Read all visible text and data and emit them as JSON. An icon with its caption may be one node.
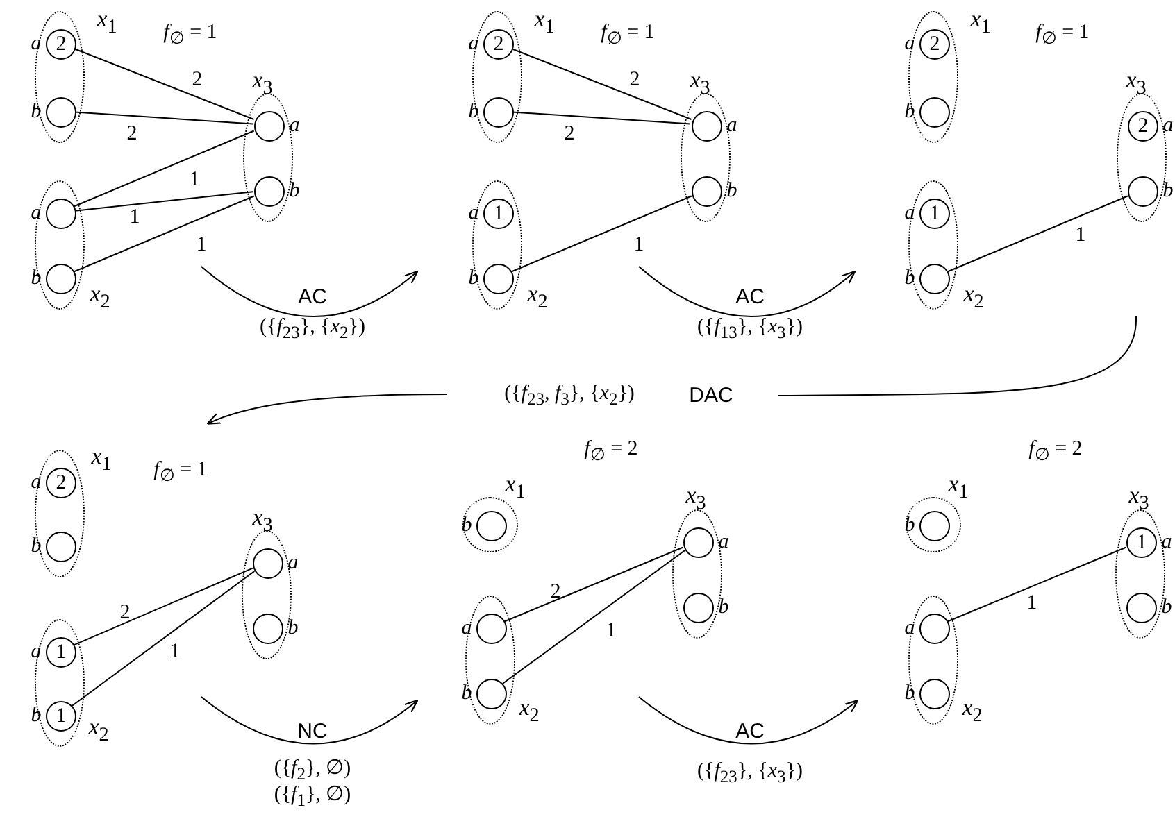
{
  "diagram": {
    "nodes": [
      {
        "text": [
          "*x*$_{1}$"
        ]
      },
      {
        "text": [
          "2"
        ],
        "in": 0,
        "beside": [
          "a"
        ]
      },
      {
        "text": [],
        "shape": "circle",
        "in": 0,
        "beside": [
          "b"
        ]
      },
      {
        "text": [
          "*x*$_{3}$"
        ]
      },
      {
        "text": [],
        "shape": "circle",
        "in": 3,
        "beside": [
          "a"
        ]
      },
      {
        "text": [],
        "shape": "circle",
        "in": 3,
        "beside": [
          "b"
        ]
      },
      {
        "text": [
          "*x*$_{2}$"
        ]
      },
      {
        "text": [],
        "shape": "circle",
        "in": 6,
        "beside": [
          "a"
        ]
      },
      {
        "text": [],
        "shape": "circle",
        "in": 6,
        "beside": [
          "b"
        ]
      },
      {
        "text": [
          "*x*$_{1}$"
        ]
      },
      {
        "text": [
          "2"
        ],
        "in": 9,
        "beside": [
          "a"
        ]
      },
      {
        "text": [],
        "shape": "circle",
        "in": 9,
        "beside": [
          "b"
        ]
      },
      {
        "text": [
          "*x*$_{3}$"
        ]
      },
      {
        "text": [],
        "shape": "circle",
        "in": 12,
        "beside": [
          "a"
        ]
      },
      {
        "text": [],
        "shape": "circle",
        "in": 12,
        "beside": [
          "b"
        ]
      },
      {
        "text": [
          "*x*$_{2}$"
        ]
      },
      {
        "text": [
          "1"
        ],
        "in": 15,
        "beside": [
          "a"
        ]
      },
      {
        "text": [],
        "shape": "circle",
        "in": 15,
        "beside": [
          "b"
        ]
      },
      {
        "text": [
          "*x*$_{1}$"
        ]
      },
      {
        "text": [
          "2"
        ],
        "in": 18,
        "beside": [
          "a"
        ]
      },
      {
        "text": [],
        "shape": "circle",
        "in": 18,
        "beside": [
          "b"
        ]
      },
      {
        "text": [
          "*x*$_{3}$"
        ]
      },
      {
        "text": [
          "2"
        ],
        "in": 21,
        "beside": [
          "a"
        ]
      },
      {
        "text": [],
        "shape": "circle",
        "in": 21,
        "beside": [
          "b"
        ]
      },
      {
        "text": [
          "*x*$_{2}$"
        ]
      },
      {
        "text": [
          "1"
        ],
        "in": 24,
        "beside": [
          "a"
        ]
      },
      {
        "text": [],
        "shape": "circle",
        "in": 24,
        "beside": [
          "b"
        ]
      },
      {
        "text": [
          "*x*$_{1}$"
        ]
      },
      {
        "text": [
          "2"
        ],
        "in": 27,
        "beside": [
          "a"
        ]
      },
      {
        "text": [],
        "shape": "circle",
        "in": 27,
        "beside": [
          "b"
        ]
      },
      {
        "text": [
          "*x*$_{3}$"
        ]
      },
      {
        "text": [],
        "shape": "circle",
        "in": 30,
        "beside": [
          "a"
        ]
      },
      {
        "text": [],
        "shape": "circle",
        "in": 30,
        "beside": [
          "b"
        ]
      },
      {
        "text": [
          "*x*$_{2}$"
        ]
      },
      {
        "text": [
          "1"
        ],
        "in": 33,
        "beside": [
          "a"
        ]
      },
      {
        "text": [
          "1"
        ],
        "in": 33,
        "beside": [
          "b"
        ]
      },
      {
        "text": [
          "*x*$_{1}$"
        ]
      },
      {
        "text": [],
        "shape": "circle",
        "in": 36,
        "beside": [
          "b"
        ]
      },
      {
        "text": [
          "*x*$_{3}$"
        ]
      },
      {
        "text": [],
        "shape": "circle",
        "in": 38,
        "beside": [
          "a"
        ]
      },
      {
        "text": [],
        "shape": "circle",
        "in": 38,
        "beside": [
          "b"
        ]
      },
      {
        "text": [
          "*x*$_{2}$"
        ]
      },
      {
        "text": [],
        "shape": "circle",
        "in": 41,
        "beside": [
          "a"
        ]
      },
      {
        "text": [],
        "shape": "circle",
        "in": 41,
        "beside": [
          "b"
        ]
      },
      {
        "text": [
          "*x*$_{1}$"
        ]
      },
      {
        "text": [],
        "shape": "circle",
        "in": 44,
        "beside": [
          "b"
        ]
      },
      {
        "text": [
          "*x*$_{3}$"
        ]
      },
      {
        "text": [
          "1"
        ],
        "in": 46,
        "beside": [
          "a"
        ]
      },
      {
        "text": [],
        "shape": "circle",
        "in": 46,
        "beside": [
          "b"
        ]
      },
      {
        "text": [
          "*x*$_{2}$"
        ]
      },
      {
        "text": [],
        "shape": "circle",
        "in": 49,
        "beside": [
          "a"
        ]
      },
      {
        "text": [],
        "shape": "circle",
        "in": 49,
        "beside": [
          "b"
        ]
      }
    ],
    "edges": [
      {
        "from": 1,
        "to": 4,
        "arrow": "none",
        "label": "2"
      },
      {
        "from": 2,
        "to": 4,
        "arrow": "none",
        "label": "2"
      },
      {
        "from": 7,
        "to": 4,
        "arrow": "none",
        "label": "1"
      },
      {
        "from": 7,
        "to": 5,
        "arrow": "none",
        "label": "1"
      },
      {
        "from": 8,
        "to": 5,
        "arrow": "none",
        "label": "1"
      },
      {
        "from": 10,
        "to": 13,
        "arrow": "none",
        "label": "2"
      },
      {
        "from": 11,
        "to": 13,
        "arrow": "none",
        "label": "2"
      },
      {
        "from": 17,
        "to": 14,
        "arrow": "none",
        "label": "1"
      },
      {
        "from": 26,
        "to": 23,
        "arrow": "none",
        "label": "1"
      },
      {
        "from": 34,
        "to": 31,
        "arrow": "none",
        "label": "2"
      },
      {
        "from": 35,
        "to": 31,
        "arrow": "none",
        "label": "1"
      },
      {
        "from": 42,
        "to": 39,
        "arrow": "none",
        "label": "2"
      },
      {
        "from": 43,
        "to": 39,
        "arrow": "none",
        "label": "1"
      },
      {
        "from": 50,
        "to": 47,
        "arrow": "none",
        "label": "1"
      }
    ],
    "labels": [
      "*f*$_{∅}$ = 1",
      "*f*$_{∅}$ = 1",
      "*f*$_{∅}$ = 1",
      "AC",
      "({*f*$_{23}$}, {*x*$_{2}$})",
      "AC",
      "({*f*$_{13}$}, {*x*$_{3}$})",
      "({*f*$_{23}$, *f*$_{3}$}, {*x*$_{2}$})",
      "DAC",
      "*f*$_{∅}$ = 2",
      "*f*$_{∅}$ = 2",
      "*f*$_{∅}$ = 1",
      "NC",
      "({*f*$_{2}$}, ∅)",
      "({*f*$_{1}$}, ∅)",
      "AC",
      "({*f*$_{23}$}, {*x*$_{3}$})"
    ]
  }
}
